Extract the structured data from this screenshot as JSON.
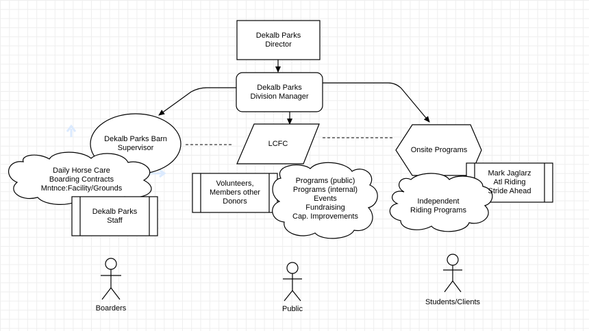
{
  "nodes": {
    "director": "Dekalb Parks\nDirector",
    "division_manager": "Dekalb Parks\nDivision Manager",
    "barn_supervisor": "Dekalb Parks Barn\nSupervisor",
    "lcfc": "LCFC",
    "onsite_programs": "Onsite Programs",
    "daily_horse_care": "Daily Horse Care\nBoarding Contracts\nMntnce:Facility/Grounds",
    "parks_staff": "Dekalb Parks\nStaff",
    "volunteers": "Volunteers,\nMembers other\nDonors",
    "programs_cloud": "Programs (public)\nPrograms (internal)\nEvents\nFundraising\nCap. Improvements",
    "mark_jaglarz": "Mark Jaglarz\nAtl Riding\nStride Ahead",
    "independent_riding": "Independent\nRiding Programs"
  },
  "actors": {
    "boarders": "Boarders",
    "public": "Public",
    "students": "Students/Clients"
  },
  "colors": {
    "stroke": "#000000",
    "fill": "#ffffff",
    "faint_arrow": "#dbeafe",
    "grid": "#eeeeee"
  }
}
